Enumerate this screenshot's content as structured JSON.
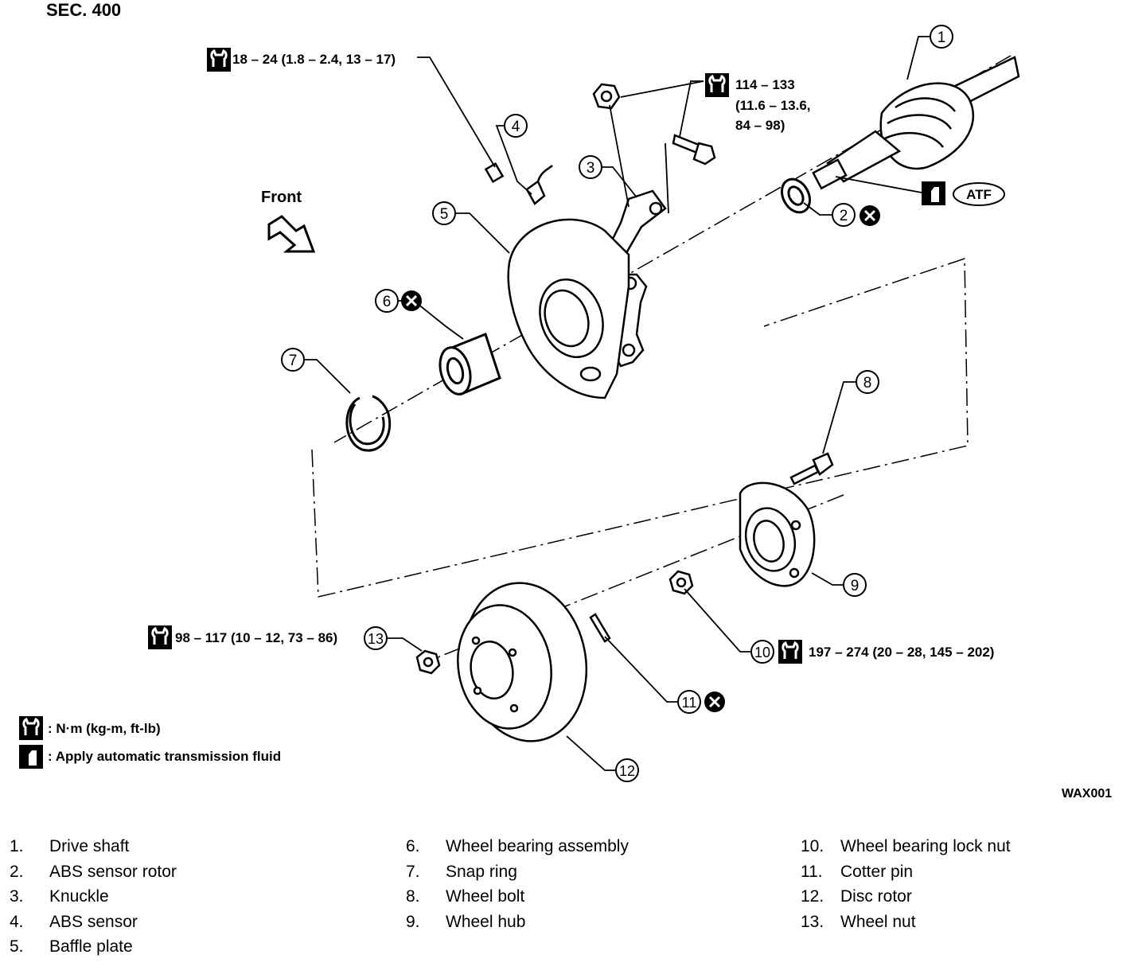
{
  "section": "SEC. 400",
  "front_label": "Front",
  "figure_code": "WAX001",
  "atf_label": "ATF",
  "torques": {
    "t18": "18 – 24 (1.8 – 2.4, 13 – 17)",
    "t114_line1": "114 – 133",
    "t114_line2": "(11.6 – 13.6,",
    "t114_line3": "84 – 98)",
    "t98": "98 – 117 (10 – 12, 73 – 86)",
    "t197": "197 – 274 (20 – 28, 145 – 202)"
  },
  "callouts": [
    "1",
    "2",
    "3",
    "4",
    "5",
    "6",
    "7",
    "8",
    "9",
    "10",
    "11",
    "12",
    "13"
  ],
  "key_legend": {
    "torque": ": N·m (kg-m, ft-lb)",
    "fluid": ": Apply automatic transmission fluid"
  },
  "parts": [
    {
      "num": "1.",
      "name": "Drive shaft"
    },
    {
      "num": "2.",
      "name": "ABS sensor rotor"
    },
    {
      "num": "3.",
      "name": "Knuckle"
    },
    {
      "num": "4.",
      "name": "ABS sensor"
    },
    {
      "num": "5.",
      "name": "Baffle plate"
    },
    {
      "num": "6.",
      "name": "Wheel bearing assembly"
    },
    {
      "num": "7.",
      "name": "Snap ring"
    },
    {
      "num": "8.",
      "name": "Wheel bolt"
    },
    {
      "num": "9.",
      "name": "Wheel hub"
    },
    {
      "num": "10.",
      "name": "Wheel bearing lock nut"
    },
    {
      "num": "11.",
      "name": "Cotter pin"
    },
    {
      "num": "12.",
      "name": "Disc rotor"
    },
    {
      "num": "13.",
      "name": "Wheel nut"
    }
  ]
}
